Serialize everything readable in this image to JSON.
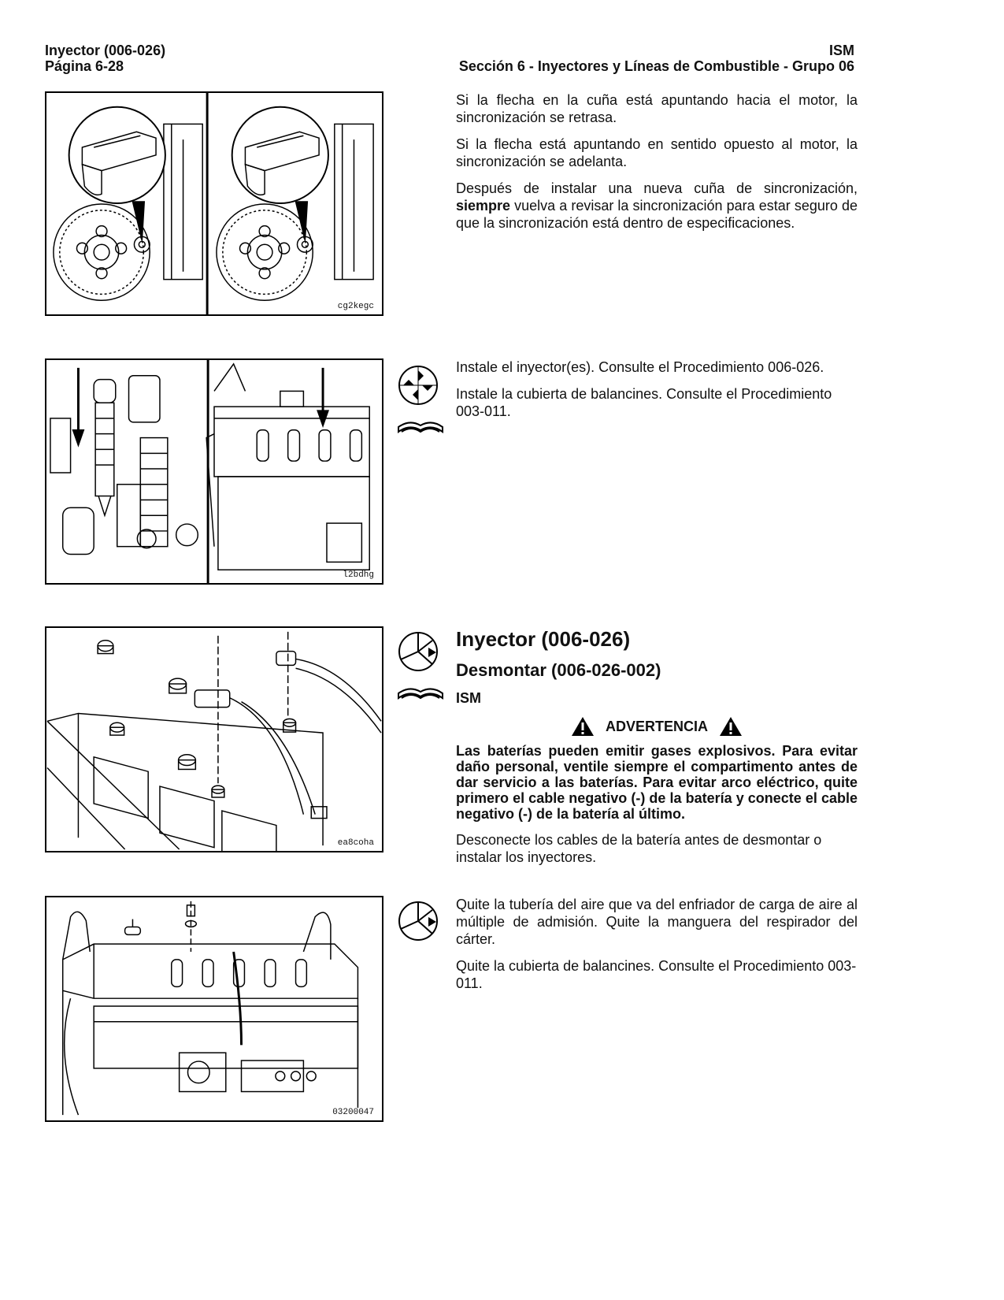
{
  "header": {
    "left_line1": "Inyector (006-026)",
    "left_line2": "Página 6-28",
    "right_line1": "ISM",
    "right_line2": "Sección 6 - Inyectores y Líneas de Combustible - Grupo 06"
  },
  "figures": {
    "fig1_code": "cg2kegc",
    "fig2_code": "l2bdhg",
    "fig3_code": "ea8coha",
    "fig4_code": "03200047"
  },
  "block1": {
    "p1": "Si la flecha en la cuña está apuntando hacia el motor, la sincronización se retrasa.",
    "p2": "Si la flecha está apuntando en sentido opuesto al motor, la sincronización se adelanta.",
    "p3_pre": "Después de instalar una nueva cuña de sincronización, ",
    "p3_bold": "siempre",
    "p3_post": " vuelva a revisar la sincronización para estar seguro de que la sincronización está dentro de especificaciones."
  },
  "block2": {
    "p1": "Instale el inyector(es). Consulte el Procedimiento 006-026.",
    "p2": "Instale la cubierta de balancines. Consulte el Procedimiento 003-011."
  },
  "block3": {
    "h1": "Inyector (006-026)",
    "h2": "Desmontar (006-026-002)",
    "h3": "ISM",
    "warning_title": "ADVERTENCIA",
    "warning_body": "Las baterías pueden emitir gases explosivos. Para evitar daño personal, ventile siempre el compartimento antes de dar servicio a las baterías. Para evitar arco eléctrico, quite primero el cable negativo (-) de la batería y conecte el cable negativo (-) de la batería al último.",
    "p1": "Desconecte los cables de la batería antes de desmontar o instalar los inyectores."
  },
  "block4": {
    "p1": "Quite la tubería del aire que va del enfriador de carga de aire al múltiple de admisión. Quite la manguera del respirador del cárter.",
    "p2": "Quite la cubierta de balancines. Consulte el Procedimiento 003-011."
  }
}
